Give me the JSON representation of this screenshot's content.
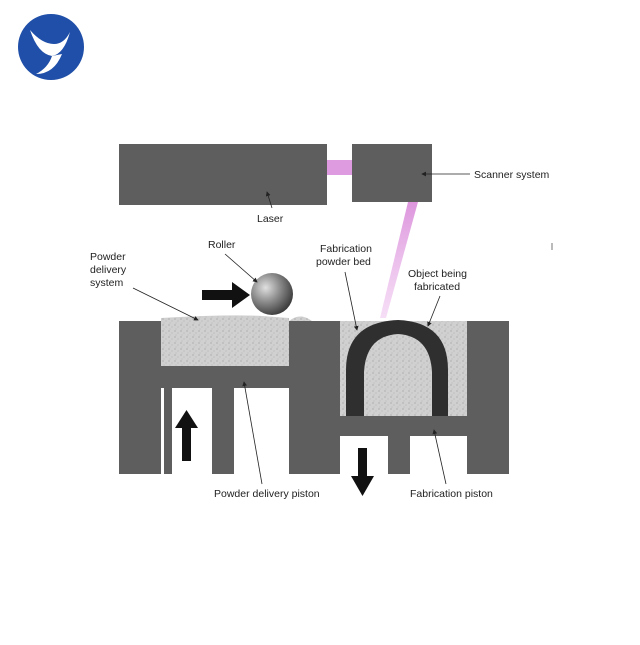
{
  "logo": {
    "name": "brand-logo",
    "colors": {
      "primary": "#1f4fa8",
      "accent": "#ffffff"
    }
  },
  "labels": {
    "laser": "Laser",
    "scanner": "Scanner system",
    "roller": "Roller",
    "powder_delivery_line1": "Powder",
    "powder_delivery_line2": "delivery",
    "powder_delivery_line3": "system",
    "fab_bed_line1": "Fabrication",
    "fab_bed_line2": "powder bed",
    "object_line1": "Object being",
    "object_line2": "fabricated",
    "powder_piston": "Powder delivery piston",
    "fab_piston": "Fabrication piston"
  },
  "colors": {
    "machine": "#5e5e5e",
    "powder": "#d0d0d0",
    "object": "#2f2f2f",
    "laser_beam": "#d98ad9",
    "arrow": "#111111"
  }
}
